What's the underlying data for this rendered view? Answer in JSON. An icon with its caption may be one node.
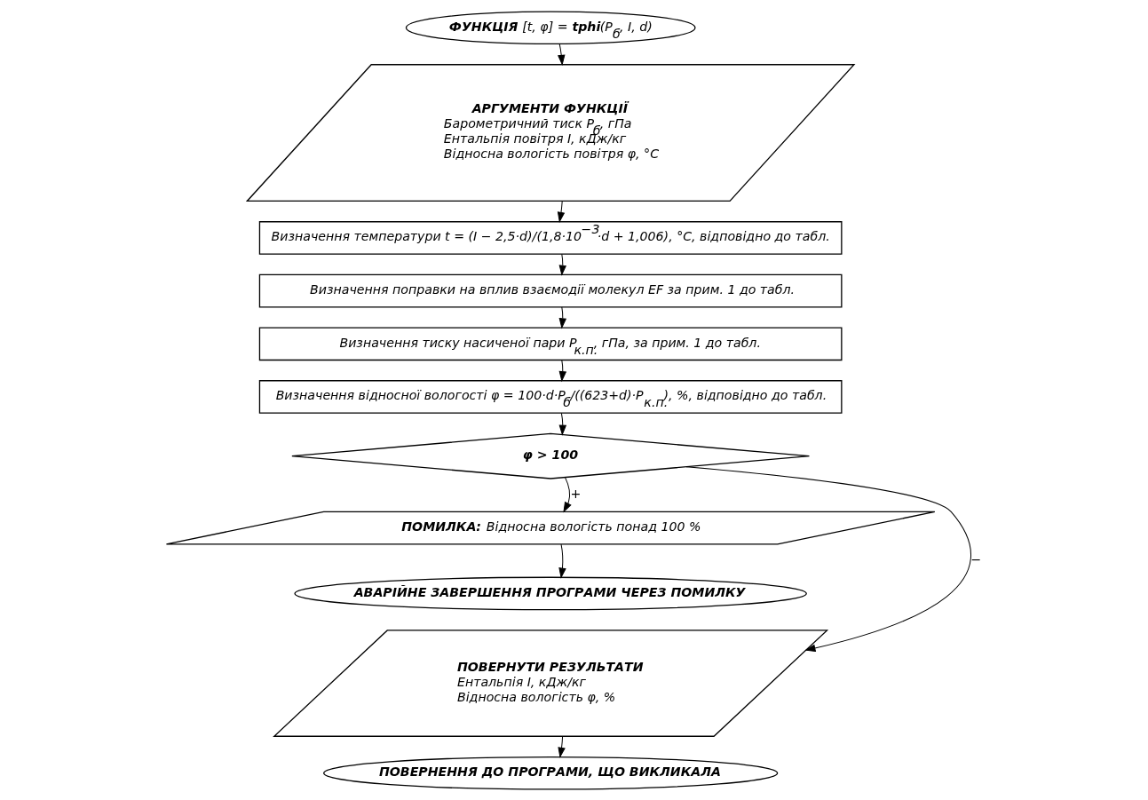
{
  "diagram": {
    "nodes": [
      {
        "text": [
          "**ФУНКЦІЯ** [t, φ] = **tphi**(P$_{б}$, I, d)"
        ]
      },
      {
        "text": [
          "АРГУМЕНТИ ФУНКЦІЇ",
          "Барометричний тиск P$_{б}$, гПа",
          "Ентальпія повітря I, кДж/кг",
          "Відносна вологість повітря φ, °C"
        ]
      },
      {
        "text": [
          "Визначення температури t = (I − 2,5·d)/(1,8·10$^{−3}$·d + 1,006), °C, відповідно до табл."
        ]
      },
      {
        "text": [
          "Визначення поправки на вплив взаємодії молекул EF за прим. 1 до табл."
        ]
      },
      {
        "text": [
          "Визначення тиску насиченої пари P$_{к.п.}$, гПа, за прим. 1 до табл."
        ]
      },
      {
        "text": [
          "Визначення відносної вологості φ = 100·d·P$_{б}$/((623+d)·P$_{к.п.}$), %, відповідно до табл."
        ]
      },
      {
        "text": [
          "φ > 100"
        ]
      },
      {
        "text": [
          "**ПОМИЛКА:** Відносна вологість понад 100 %"
        ]
      },
      {
        "text": [
          "АВАРІЙНЕ ЗАВЕРШЕННЯ ПРОГРАМИ ЧЕРЕЗ ПОМИЛКУ"
        ]
      },
      {
        "text": [
          "ПОВЕРНУТИ РЕЗУЛЬТАТИ",
          "Ентальпія I, кДж/кг",
          "Відносна вологість φ, %"
        ]
      },
      {
        "text": [
          "ПОВЕРНЕННЯ ДО ПРОГРАМИ, ЩО ВИКЛИКАЛА"
        ]
      }
    ],
    "edges": [
      {
        "from": 0,
        "to": 1,
        "arrow": "to"
      },
      {
        "from": 1,
        "to": 2,
        "arrow": "to"
      },
      {
        "from": 2,
        "to": 3,
        "arrow": "to"
      },
      {
        "from": 3,
        "to": 4,
        "arrow": "to"
      },
      {
        "from": 4,
        "to": 5,
        "arrow": "to"
      },
      {
        "from": 5,
        "to": 6,
        "arrow": "to"
      },
      {
        "from": 6,
        "to": 7,
        "arrow": "to",
        "label": "+"
      },
      {
        "from": 7,
        "to": 8,
        "arrow": "to"
      },
      {
        "from": 6,
        "to": 9,
        "arrow": "to",
        "label": "−"
      },
      {
        "from": 9,
        "to": 10,
        "arrow": "to"
      }
    ]
  }
}
